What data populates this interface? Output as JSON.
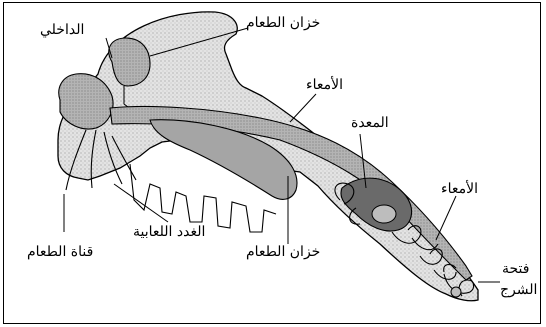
{
  "labels": {
    "internal": "الداخلي",
    "crop_top": "خزان الطعام",
    "intestine_upper": "الأمعاء",
    "stomach": "المعدة",
    "intestine_lower": "الأمعاء",
    "salivary_glands": "الغدد اللعابية",
    "crop_bottom": "خزان الطعام",
    "food_canal": "قناة الطعام",
    "anus_line1": "فتحة",
    "anus_line2": "الشرج"
  },
  "colors": {
    "outline": "#000000",
    "body_fill": "#dcdcdc",
    "organ_fill": "#a9a9a9",
    "dark_fill": "#5f5f5f"
  }
}
